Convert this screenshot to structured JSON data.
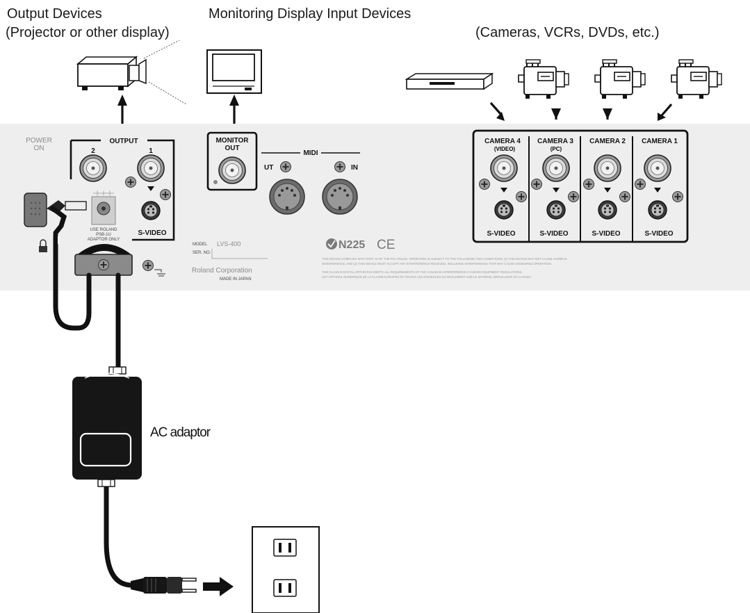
{
  "headings": {
    "output_devices": "Output Devices",
    "output_devices_sub": "(Projector or other display)",
    "monitoring": "Monitoring Display Input Devices",
    "input_devices": "(Cameras, VCRs, DVDs, etc.)"
  },
  "panel": {
    "power_line1": "POWER",
    "power_line2": "ON",
    "output_group": "OUTPUT",
    "output_2": "2",
    "output_1": "1",
    "svideo": "S-VIDEO",
    "monitor_line1": "MONITOR",
    "monitor_line2": "OUT",
    "midi": "MIDI",
    "midi_out": "UT",
    "midi_in": "IN",
    "dc_line1": "USE ROLAND",
    "dc_line2": "PSB-1U",
    "dc_line3": "ADAPTOR ONLY",
    "model_label": "MODEL",
    "model_value": "LVS-400",
    "serial_label": "SER. NO.",
    "maker": "Roland Corporation",
    "made_in": "MADE IN JAPAN",
    "cert": "N225",
    "ce": "CE",
    "cameras": [
      {
        "name": "CAMERA 4",
        "sub": "(VIDEO)",
        "svideo": "S-VIDEO"
      },
      {
        "name": "CAMERA 3",
        "sub": "(PC)",
        "svideo": "S-VIDEO"
      },
      {
        "name": "CAMERA 2",
        "sub": "",
        "svideo": "S-VIDEO"
      },
      {
        "name": "CAMERA 1",
        "sub": "",
        "svideo": "S-VIDEO"
      }
    ],
    "fine_print": [
      "THIS DEVICE COMPLIES WITH PART 15 OF THE FCC RULES. OPERATION IS SUBJECT TO THE FOLLOWING TWO CONDITIONS: (1) THIS DEVICE MAY NOT CAUSE HARMFUL",
      "INTERFERENCE, AND (2) THIS DEVICE MUST ACCEPT ANY INTERFERENCE RECEIVED, INCLUDING INTERFERENCE THAT MAY CAUSE UNDESIRED OPERATION.",
      "THIS CLASS B DIGITAL APPARATUS MEETS ALL REQUIREMENTS OF THE CANADIAN INTERFERENCE-CAUSING EQUIPMENT REGULATIONS.",
      "CET APPAREIL NUMERIQUE DE LA CLASSE B RESPECTE TOUTES LES EXIGENCES DU REGLEMENT SUR LE MATERIEL BROUILLEUR DU CANADA."
    ]
  },
  "ac_adaptor": "AC adaptor",
  "colors": {
    "panel": "#eeeeee",
    "ink": "#111111",
    "jack": "#dcdcdc",
    "adaptor": "#161616"
  }
}
